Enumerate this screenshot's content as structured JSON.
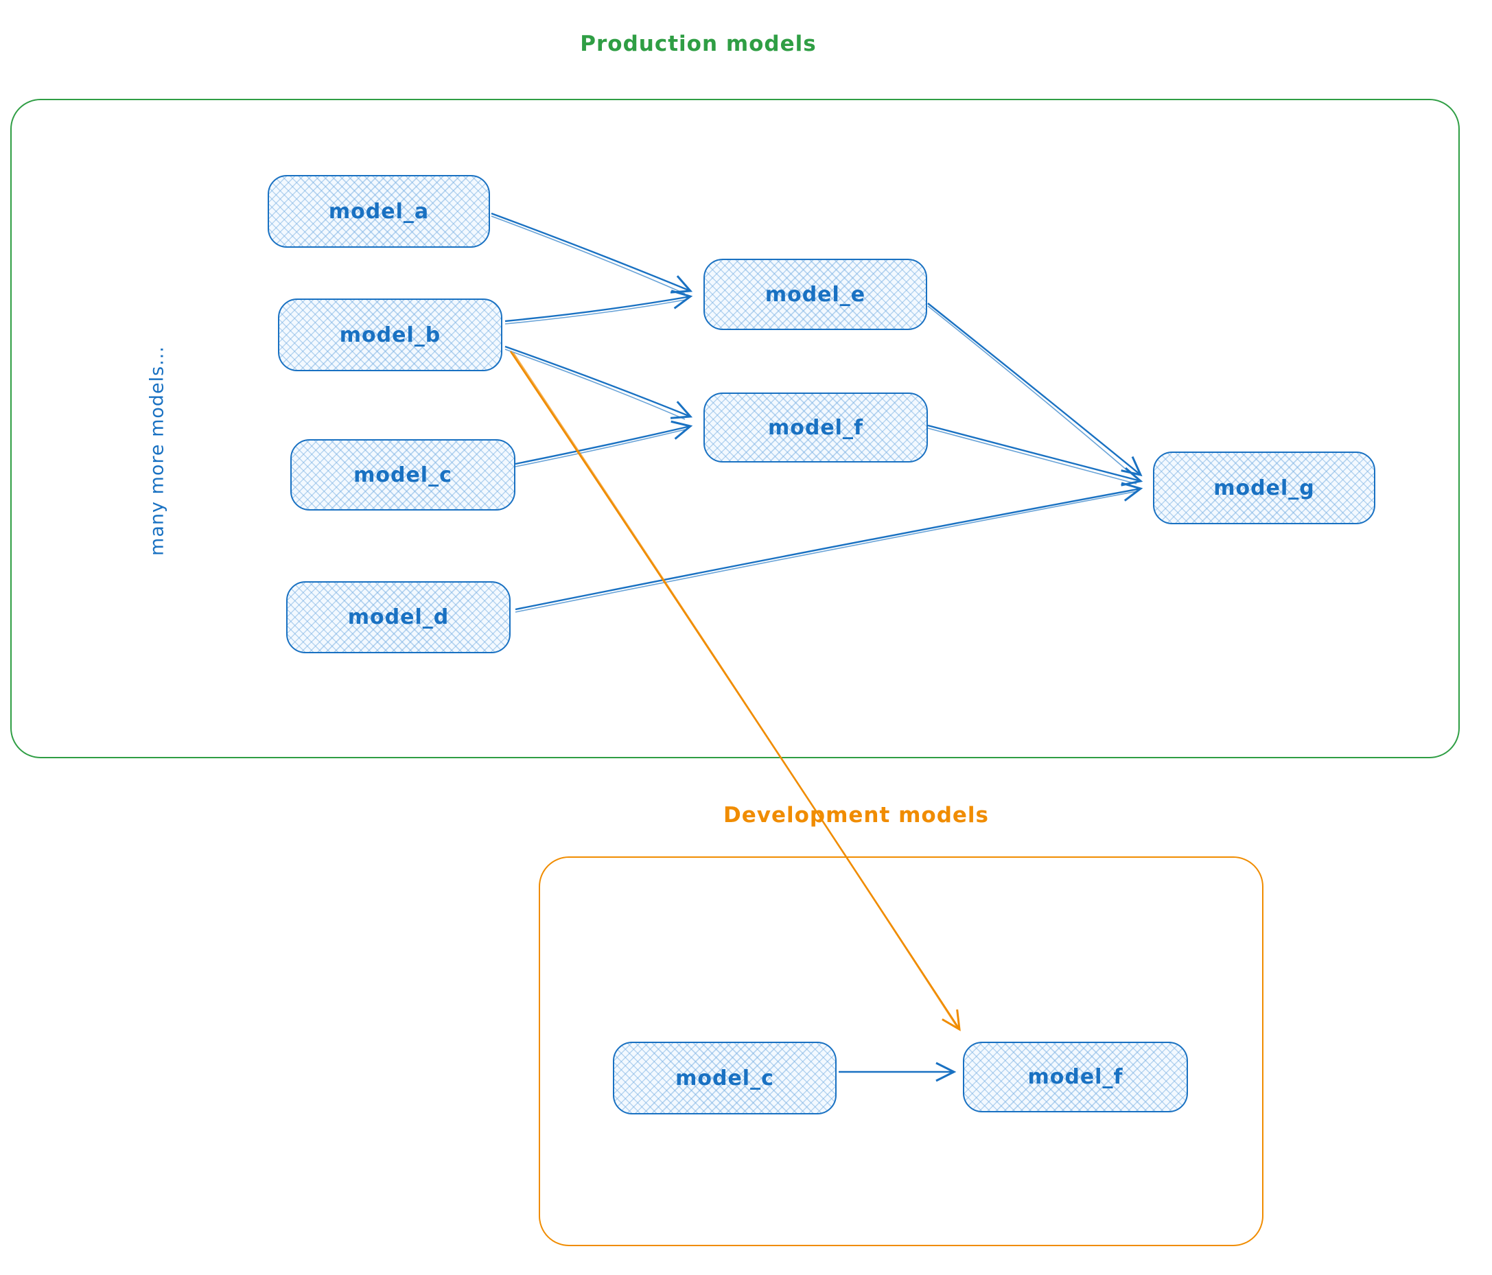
{
  "diagram": {
    "production": {
      "title": "Production models",
      "side_label": "many more models...",
      "nodes": [
        {
          "id": "model_a",
          "label": "model_a"
        },
        {
          "id": "model_b",
          "label": "model_b"
        },
        {
          "id": "model_c",
          "label": "model_c"
        },
        {
          "id": "model_d",
          "label": "model_d"
        },
        {
          "id": "model_e",
          "label": "model_e"
        },
        {
          "id": "model_f",
          "label": "model_f"
        },
        {
          "id": "model_g",
          "label": "model_g"
        }
      ]
    },
    "development": {
      "title": "Development models",
      "nodes": [
        {
          "id": "dev_model_c",
          "label": "model_c"
        },
        {
          "id": "dev_model_f",
          "label": "model_f"
        }
      ]
    },
    "edges": [
      {
        "from": "model_a",
        "to": "model_e",
        "color": "blue"
      },
      {
        "from": "model_b",
        "to": "model_e",
        "color": "blue"
      },
      {
        "from": "model_b",
        "to": "model_f",
        "color": "blue"
      },
      {
        "from": "model_c",
        "to": "model_f",
        "color": "blue"
      },
      {
        "from": "model_e",
        "to": "model_g",
        "color": "blue"
      },
      {
        "from": "model_f",
        "to": "model_g",
        "color": "blue"
      },
      {
        "from": "model_d",
        "to": "model_g",
        "color": "blue"
      },
      {
        "from": "model_b",
        "to": "dev_model_f",
        "color": "orange"
      },
      {
        "from": "dev_model_c",
        "to": "dev_model_f",
        "color": "blue"
      }
    ],
    "colors": {
      "node_stroke": "#1971c2",
      "node_fill": "#f3f9ff",
      "production_border": "#2f9e44",
      "development_border": "#f08c00",
      "arrow_blue": "#1971c2",
      "arrow_orange": "#f08c00"
    }
  }
}
